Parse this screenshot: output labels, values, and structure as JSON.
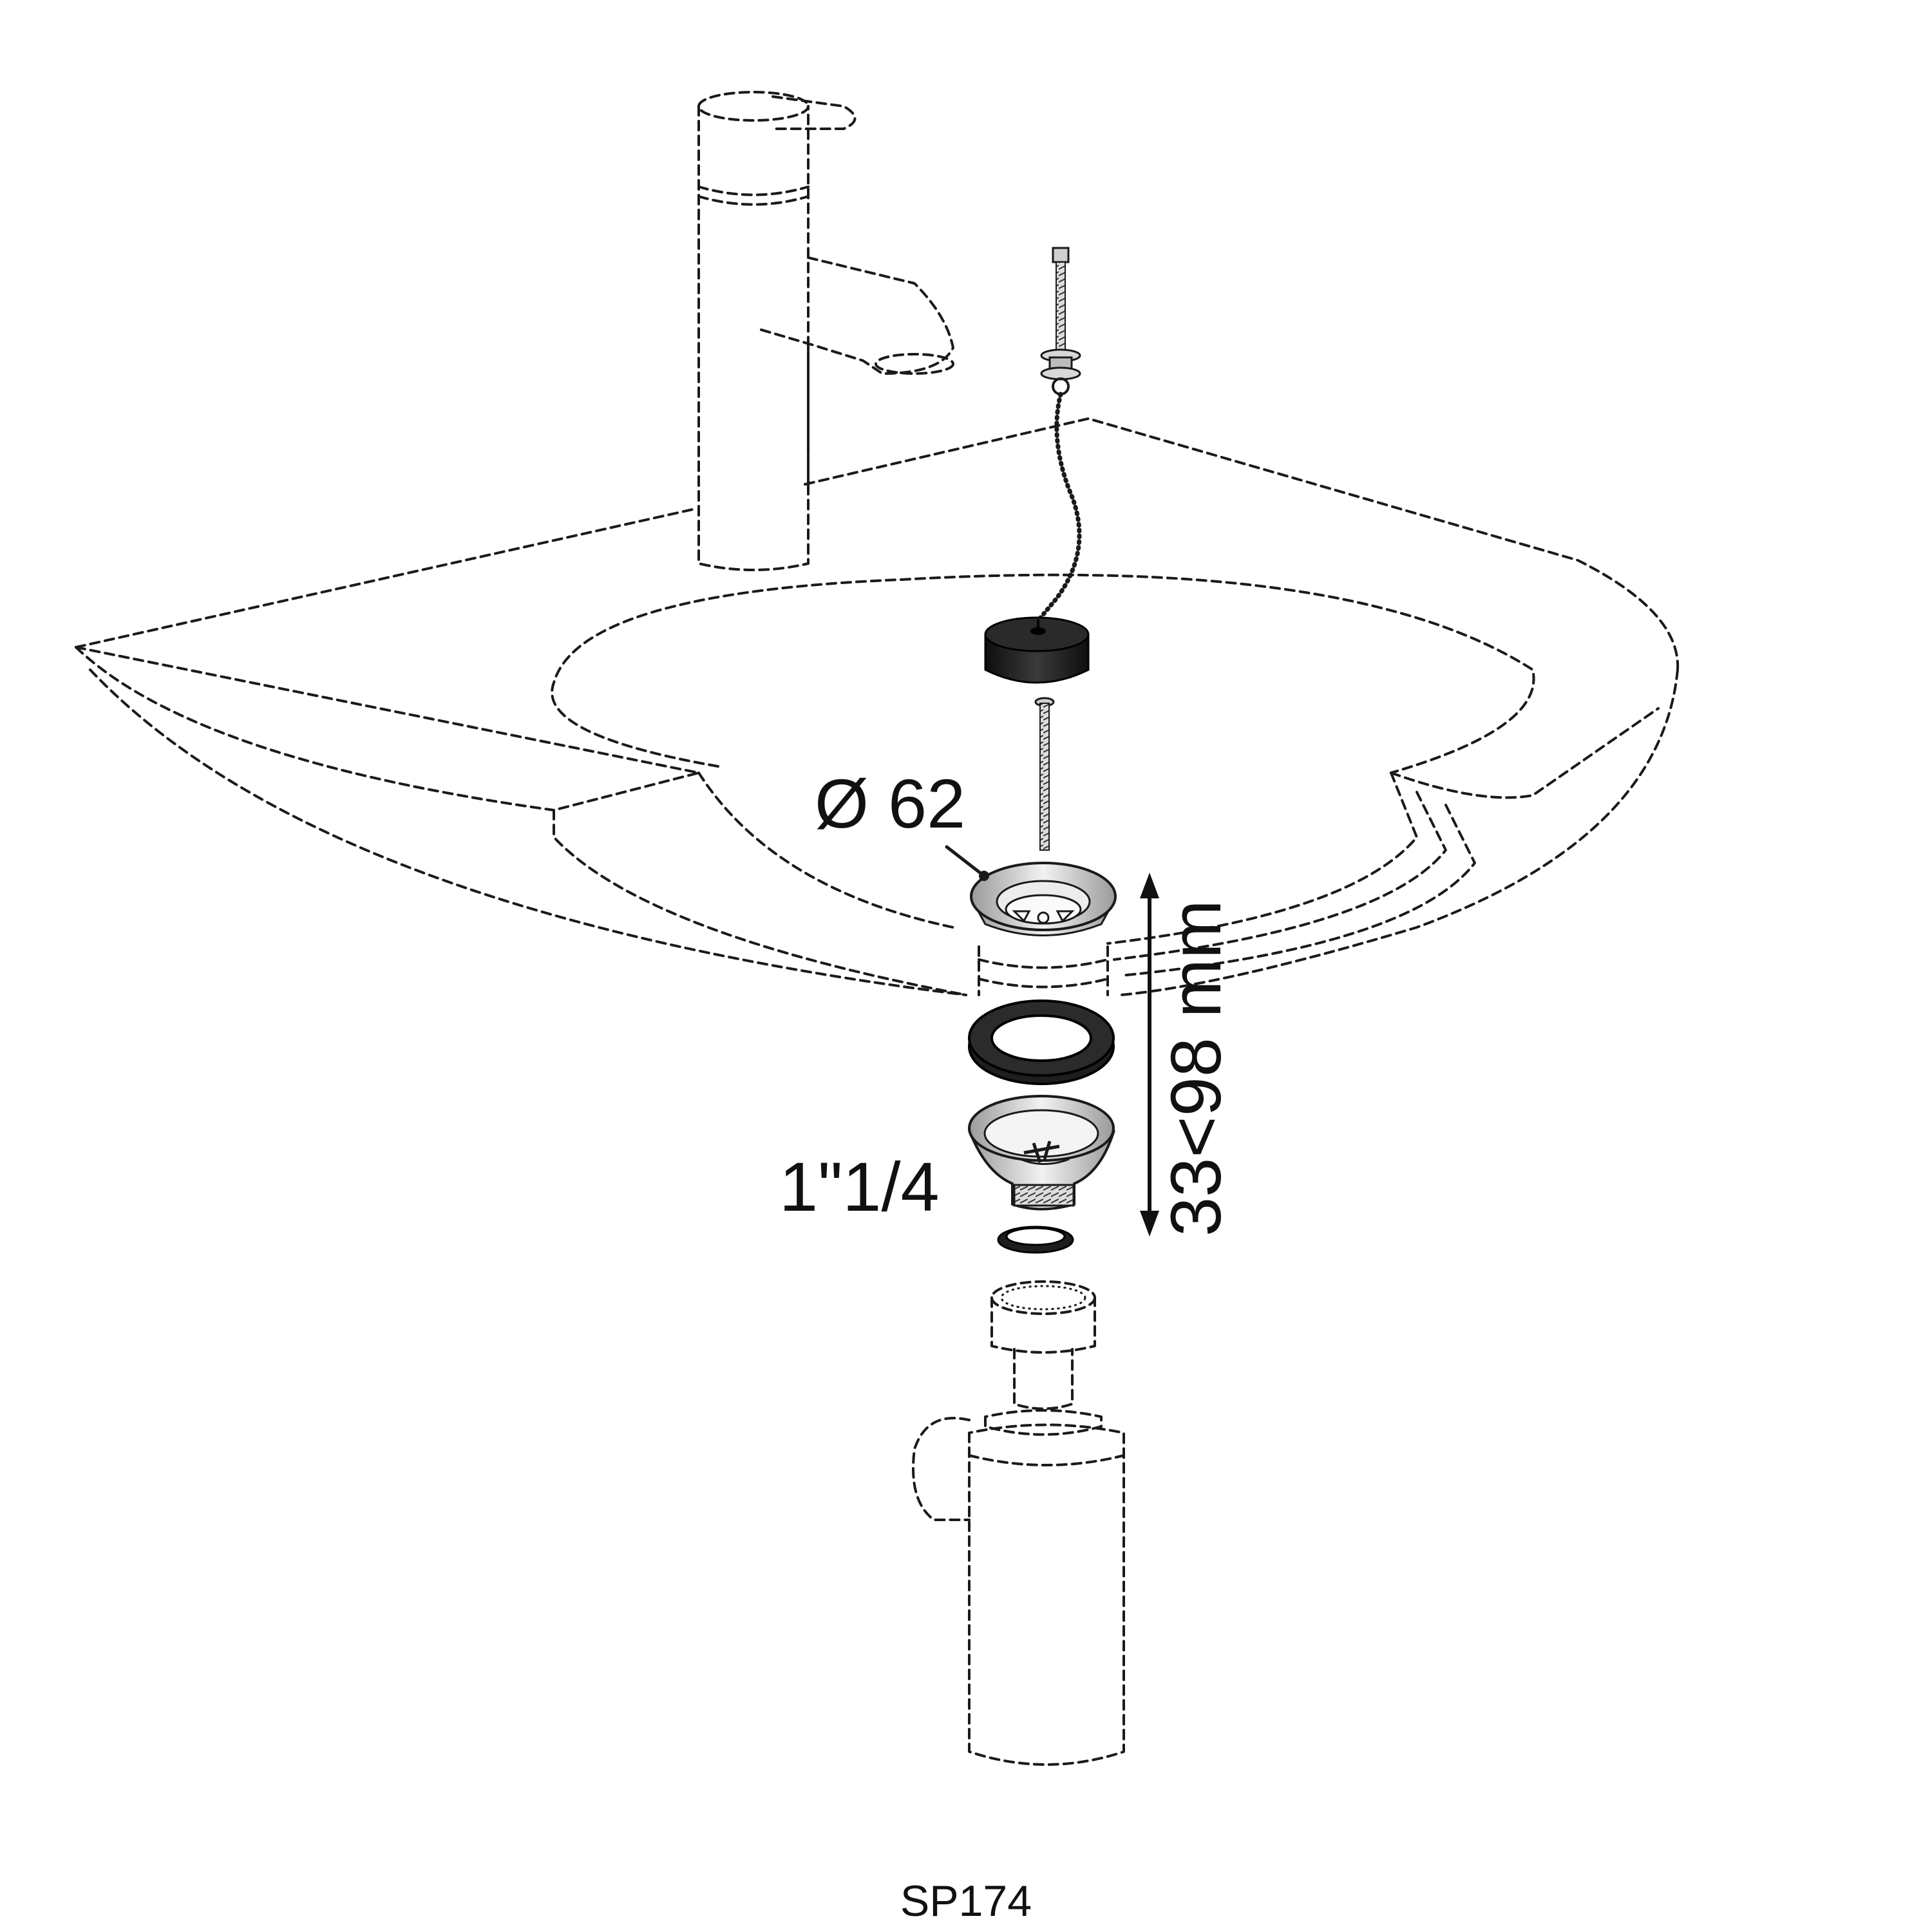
{
  "labels": {
    "diameter": "Ø 62",
    "thread": "1\"1/4",
    "height_range": "33<98 mm",
    "model_code": "SP174"
  },
  "colors": {
    "line": "#1a1a1a",
    "rubber": "#1e1e1e",
    "metal_light": "#e4e4e4",
    "metal_mid": "#bdbdbd",
    "background": "#ffffff"
  }
}
